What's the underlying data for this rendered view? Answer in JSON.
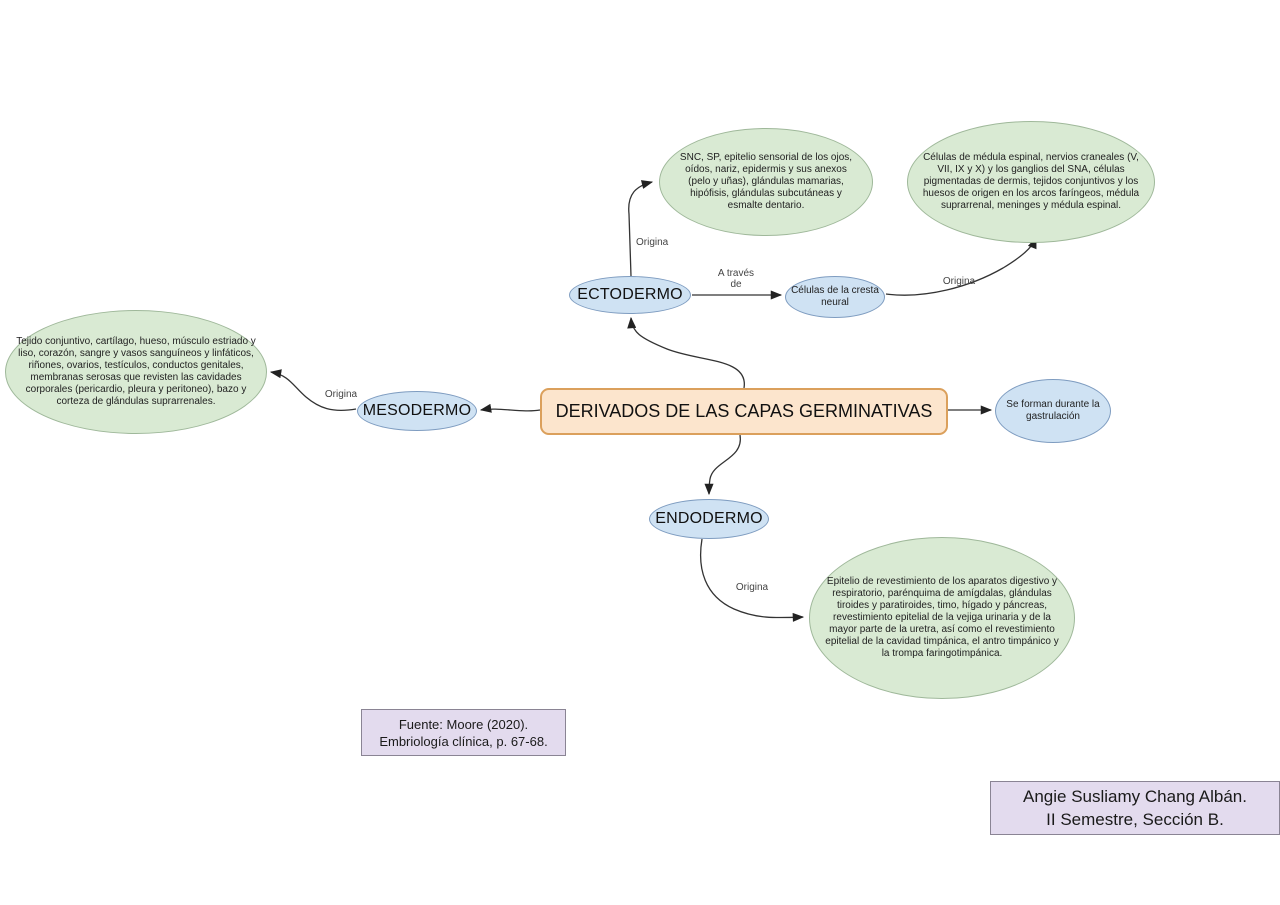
{
  "diagram": {
    "title": "DERIVADOS DE LAS CAPAS GERMINATIVAS",
    "nodes": {
      "ectodermo": "ECTODERMO",
      "mesodermo": "MESODERMO",
      "endodermo": "ENDODERMO",
      "cresta_neural": "Células de la cresta\nneural",
      "gastrulacion": "Se forman durante la\ngastrulación",
      "ectodermo_derivados": "SNC, SP, epitelio sensorial de los ojos, oídos, nariz, epidermis y sus anexos (pelo y uñas), glándulas mamarias, hipófisis, glándulas subcutáneas y esmalte dentario.",
      "cresta_derivados": "Células de médula espinal, nervios craneales (V, VII, IX y X) y los ganglios del SNA, células pigmentadas de dermis, tejidos conjuntivos y los huesos de origen en los arcos faríngeos, médula suprarrenal, meninges y médula espinal.",
      "mesodermo_derivados": "Tejido conjuntivo, cartílago, hueso, músculo estriado y liso, corazón, sangre y vasos sanguíneos y linfáticos, riñones, ovarios, testículos, conductos genitales, membranas serosas que revisten las cavidades corporales (pericardio, pleura y peritoneo), bazo y corteza de glándulas suprarrenales.",
      "endodermo_derivados": "Epitelio de revestimiento de los aparatos digestivo y respiratorio, parénquima de amígdalas, glándulas tiroides y paratiroides, timo, hígado y páncreas, revestimiento epitelial de la vejiga urinaria y de la mayor parte de la uretra, así como el revestimiento epitelial de la cavidad timpánica, el antro timpánico y la trompa faringotimpánica."
    },
    "edge_labels": {
      "ectodermo_origina": "Origina",
      "cresta_origina": "Origina",
      "mesodermo_origina": "Origina",
      "endodermo_origina": "Origina",
      "a_traves_de": "A través\nde"
    },
    "source_note": "Fuente: Moore (2020).\nEmbriología clínica, p. 67-68.",
    "author_note": "Angie Susliamy Chang Albán.\nII Semestre, Sección B.",
    "colors": {
      "node_blue_fill": "#cfe2f3",
      "node_blue_border": "#7e9cc0",
      "node_green_fill": "#d9ead3",
      "node_green_border": "#9fb89a",
      "title_fill": "#fce5cd",
      "title_border": "#dba05c",
      "note_fill": "#e3dbee",
      "note_border": "#8a8494",
      "connector": "#333333"
    }
  }
}
